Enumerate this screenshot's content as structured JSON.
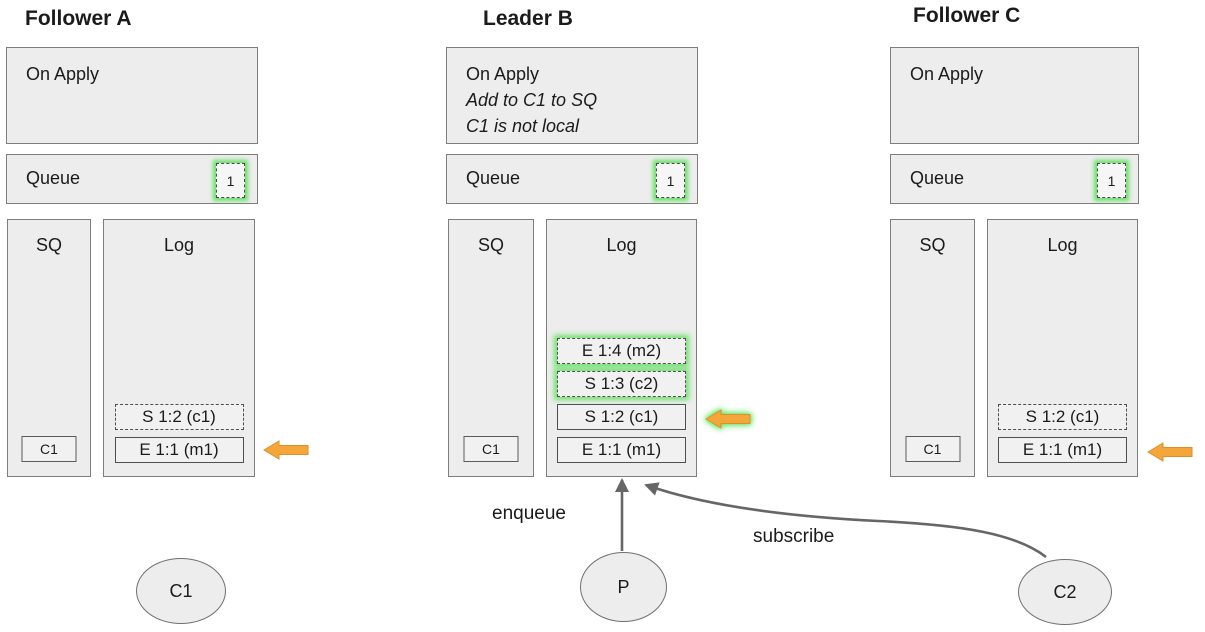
{
  "diagram": {
    "nodes": [
      {
        "title": "Follower A",
        "on_apply": {
          "title": "On Apply",
          "note1": "",
          "note2": ""
        },
        "queue": {
          "label": "Queue",
          "count": "1"
        },
        "sq": {
          "label": "SQ",
          "item": "C1"
        },
        "log": {
          "label": "Log",
          "entries": [
            {
              "label": "S 1:2 (c1)",
              "variant": "dashed"
            },
            {
              "label": "E 1:1 (m1)",
              "variant": "solid"
            }
          ]
        }
      },
      {
        "title": "Leader B",
        "on_apply": {
          "title": "On Apply",
          "note1": "Add to C1 to SQ",
          "note2": "C1 is not local"
        },
        "queue": {
          "label": "Queue",
          "count": "1"
        },
        "sq": {
          "label": "SQ",
          "item": "C1"
        },
        "log": {
          "label": "Log",
          "entries": [
            {
              "label": "E 1:4 (m2)",
              "variant": "dashed glow"
            },
            {
              "label": "S 1:3 (c2)",
              "variant": "dashed glow"
            },
            {
              "label": "S 1:2 (c1)",
              "variant": "solid"
            },
            {
              "label": "E 1:1 (m1)",
              "variant": "solid"
            }
          ]
        }
      },
      {
        "title": "Follower C",
        "on_apply": {
          "title": "On Apply",
          "note1": "",
          "note2": ""
        },
        "queue": {
          "label": "Queue",
          "count": "1"
        },
        "sq": {
          "label": "SQ",
          "item": "C1"
        },
        "log": {
          "label": "Log",
          "entries": [
            {
              "label": "S 1:2 (c1)",
              "variant": "dashed"
            },
            {
              "label": "E 1:1 (m1)",
              "variant": "solid"
            }
          ]
        }
      }
    ],
    "actors": [
      {
        "label": "C1"
      },
      {
        "label": "P"
      },
      {
        "label": "C2"
      }
    ],
    "edge_labels": {
      "enqueue": "enqueue",
      "subscribe": "subscribe"
    },
    "colors": {
      "highlight_green": "#5ce65c",
      "pointer_orange": "#f4a63a",
      "box_fill": "#ededed",
      "box_border": "#7d7d7d",
      "line_gray": "#666666"
    }
  }
}
